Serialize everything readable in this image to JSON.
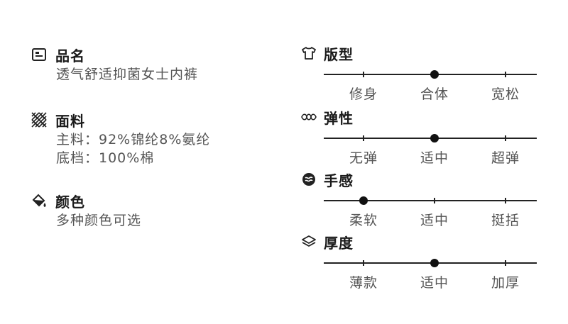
{
  "left": {
    "name": {
      "title": "品名",
      "lines": [
        "透气舒适抑菌女士内裤"
      ]
    },
    "fabric": {
      "title": "面料",
      "lines": [
        "主料：92%锦纶8%氨纶",
        "底档：100%棉"
      ]
    },
    "color": {
      "title": "颜色",
      "lines": [
        "多种颜色可选"
      ]
    }
  },
  "scales": [
    {
      "title": "版型",
      "labels": [
        "修身",
        "合体",
        "宽松"
      ],
      "position": 0.5
    },
    {
      "title": "弹性",
      "labels": [
        "无弹",
        "适中",
        "超弹"
      ],
      "position": 0.5
    },
    {
      "title": "手感",
      "labels": [
        "柔软",
        "适中",
        "挺括"
      ],
      "position": 0.0
    },
    {
      "title": "厚度",
      "labels": [
        "薄款",
        "适中",
        "加厚"
      ],
      "position": 0.5
    }
  ],
  "icons": {
    "name": "tag-card-icon",
    "fabric": "fabric-pattern-icon",
    "color": "paint-bucket-icon"
  }
}
